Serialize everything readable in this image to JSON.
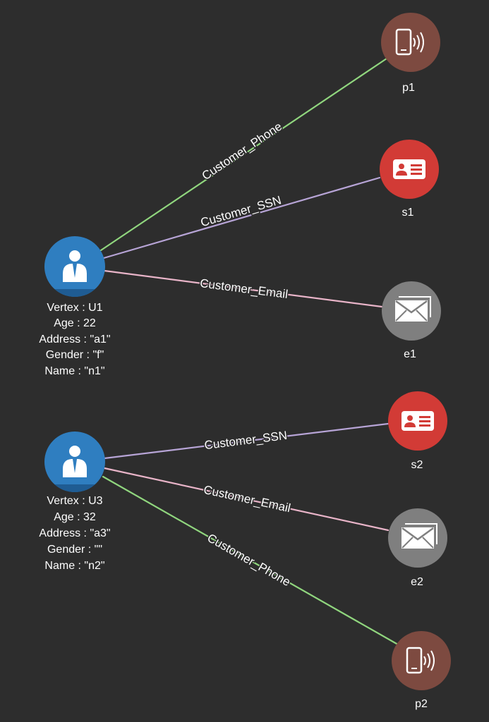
{
  "colors": {
    "background": "#2d2d2d",
    "customer": "#2f7ec0",
    "customer_shadow": "#1f5c93",
    "phone": "#7d4a40",
    "ssn": "#d23b36",
    "email": "#7f7f7f",
    "edge_phone": "#90d67e",
    "edge_ssn": "#b7a4d6",
    "edge_email": "#e8b4c8"
  },
  "nodes": {
    "u1": {
      "icon": "user-icon",
      "lines": [
        "Vertex : U1",
        "Age : 22",
        "Address : \"a1\"",
        "Gender : \"f\"",
        "Name : \"n1\""
      ]
    },
    "u3": {
      "icon": "user-icon",
      "lines": [
        "Vertex : U3",
        "Age : 32",
        "Address : \"a3\"",
        "Gender : \"\"",
        "Name : \"n2\""
      ]
    },
    "p1": {
      "icon": "phone-icon",
      "label": "p1"
    },
    "s1": {
      "icon": "id-card-icon",
      "label": "s1"
    },
    "e1": {
      "icon": "envelope-icon",
      "label": "e1"
    },
    "s2": {
      "icon": "id-card-icon",
      "label": "s2"
    },
    "e2": {
      "icon": "envelope-icon",
      "label": "e2"
    },
    "p2": {
      "icon": "phone-icon",
      "label": "p2"
    }
  },
  "edges": {
    "u1_p1": {
      "from": "u1",
      "to": "p1",
      "label": "Customer_Phone"
    },
    "u1_s1": {
      "from": "u1",
      "to": "s1",
      "label": "Customer_SSN"
    },
    "u1_e1": {
      "from": "u1",
      "to": "e1",
      "label": "Customer_Email"
    },
    "u3_s2": {
      "from": "u3",
      "to": "s2",
      "label": "Customer_SSN"
    },
    "u3_e2": {
      "from": "u3",
      "to": "e2",
      "label": "Customer_Email"
    },
    "u3_p2": {
      "from": "u3",
      "to": "p2",
      "label": "Customer_Phone"
    }
  }
}
